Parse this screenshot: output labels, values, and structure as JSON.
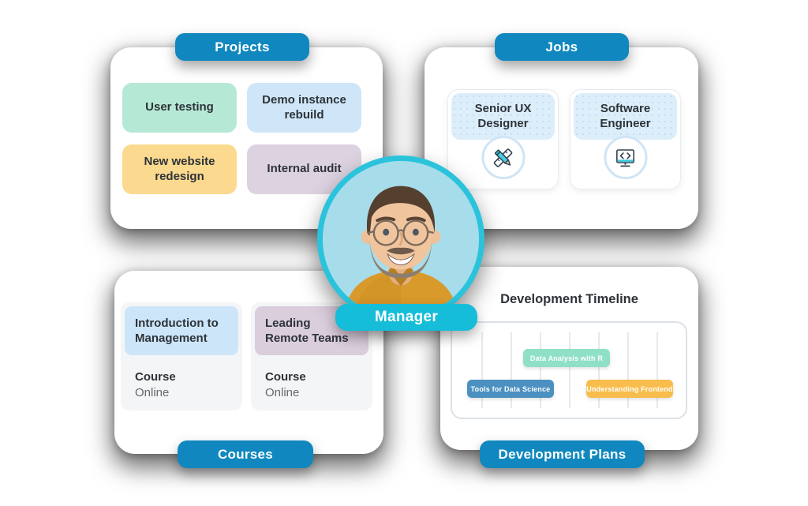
{
  "colors": {
    "badge_blue": "#1088bf",
    "manager_cyan": "#15bdd9",
    "avatar_ring": "#2bc3dc",
    "avatar_background": "#a7dcea",
    "jobs_tile_header": "#ddeefb"
  },
  "projects": {
    "badge": "Projects",
    "chips": [
      {
        "label": "User testing",
        "color": "#b6e9d5"
      },
      {
        "label": "Demo instance rebuild",
        "color": "#cfe6f8"
      },
      {
        "label": "New website redesign",
        "color": "#fbd98e"
      },
      {
        "label": "Internal audit",
        "color": "#dcd2e0"
      }
    ]
  },
  "jobs": {
    "badge": "Jobs",
    "tiles": [
      {
        "title": "Senior UX Designer",
        "icon": "pencil-ruler-icon"
      },
      {
        "title": "Software Engineer",
        "icon": "monitor-code-icon"
      }
    ]
  },
  "courses": {
    "badge": "Courses",
    "tiles": [
      {
        "title": "Introduction to Management",
        "header_color": "#cde5f9",
        "type": "Course",
        "mode": "Online"
      },
      {
        "title": "Leading Remote Teams",
        "header_color": "#dacddc",
        "type": "Course",
        "mode": "Online"
      }
    ]
  },
  "development": {
    "badge": "Development Plans",
    "title": "Development Timeline",
    "chart_data": {
      "type": "gantt",
      "title": "Development Timeline",
      "gridlines": 7,
      "axis_labels_visible": false,
      "tasks": [
        {
          "label": "Data Analysis with R",
          "row": 1,
          "start_pct": 30,
          "width_pct": 37,
          "color": "#8fe0c7"
        },
        {
          "label": "Tools for Data Science",
          "row": 2,
          "start_pct": 6,
          "width_pct": 37,
          "color": "#4b90c0"
        },
        {
          "label": "Understanding Frontend",
          "row": 2,
          "start_pct": 57,
          "width_pct": 37,
          "color": "#f8bd4c"
        }
      ]
    }
  },
  "manager": {
    "label": "Manager"
  }
}
